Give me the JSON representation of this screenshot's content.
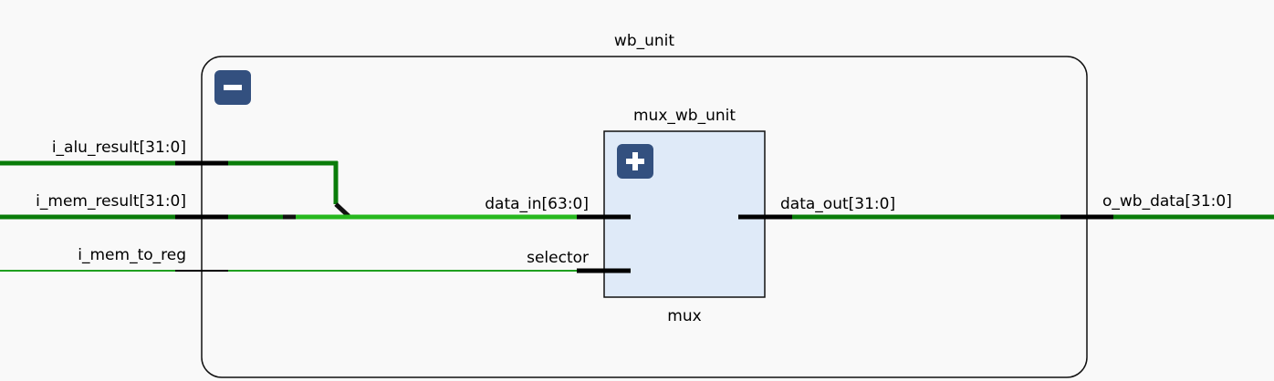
{
  "outer_block": {
    "title": "wb_unit",
    "collapse_button": "−"
  },
  "inner_block": {
    "instance_name": "mux_wb_unit",
    "cell_type": "mux",
    "expand_button": "+",
    "ports": {
      "data_in": "data_in[63:0]",
      "selector": "selector",
      "data_out": "data_out[31:0]"
    }
  },
  "input_ports": {
    "alu_result": "i_alu_result[31:0]",
    "mem_result": "i_mem_result[31:0]",
    "mem_to_reg": "i_mem_to_reg"
  },
  "output_ports": {
    "wb_data": "o_wb_data[31:0]"
  },
  "colors": {
    "bus_dark": "#0a7d0a",
    "bus_light": "#27b81e",
    "wire": "#1fa01f",
    "pin": "#000000",
    "block_fill": "#dfeaf8",
    "button_fill": "#33507f",
    "background": "#f9f9f9"
  }
}
